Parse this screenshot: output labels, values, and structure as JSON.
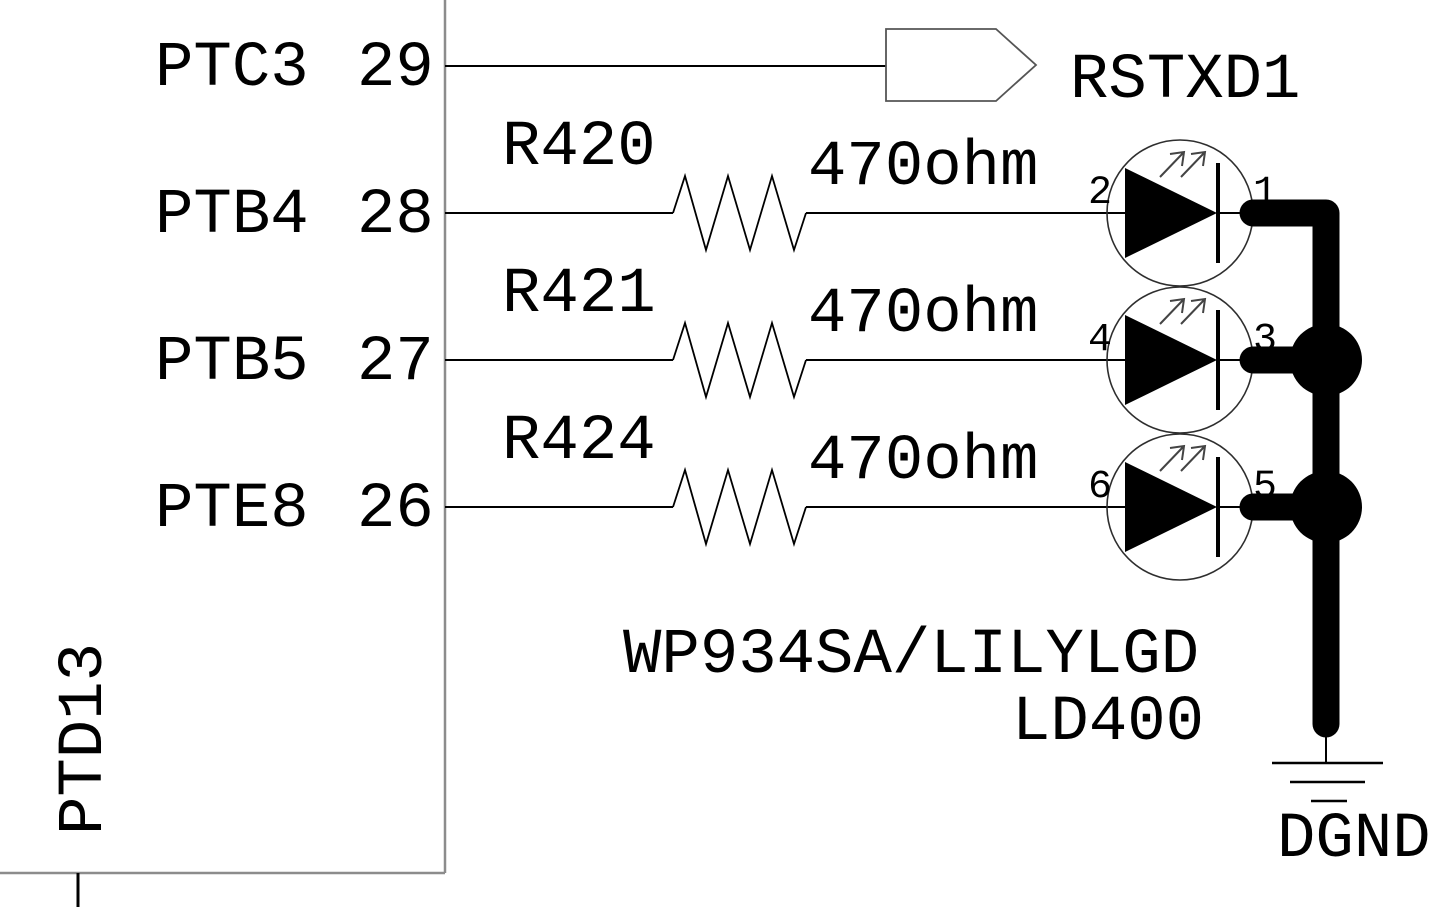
{
  "component": {
    "pins": [
      {
        "name": "PTC3",
        "number": "29"
      },
      {
        "name": "PTB4",
        "number": "28"
      },
      {
        "name": "PTB5",
        "number": "27"
      },
      {
        "name": "PTE8",
        "number": "26"
      }
    ],
    "bottom_pin": {
      "name": "PTD13"
    }
  },
  "net_flag": {
    "label": "RSTXD1"
  },
  "resistors": [
    {
      "ref": "R420",
      "value": "470ohm"
    },
    {
      "ref": "R421",
      "value": "470ohm"
    },
    {
      "ref": "R424",
      "value": "470ohm"
    }
  ],
  "led_array": {
    "part": "WP934SA/LILYLGD",
    "ref": "LD400",
    "instances": [
      {
        "anode_pin": "2",
        "cathode_pin": "1"
      },
      {
        "anode_pin": "4",
        "cathode_pin": "3"
      },
      {
        "anode_pin": "6",
        "cathode_pin": "5"
      }
    ]
  },
  "ground": {
    "label": "DGND"
  },
  "colors": {
    "wire": "#000000",
    "component_outline": "#8c8c8c",
    "symbol_outline": "#2e2e2e",
    "bus": "#000000"
  }
}
